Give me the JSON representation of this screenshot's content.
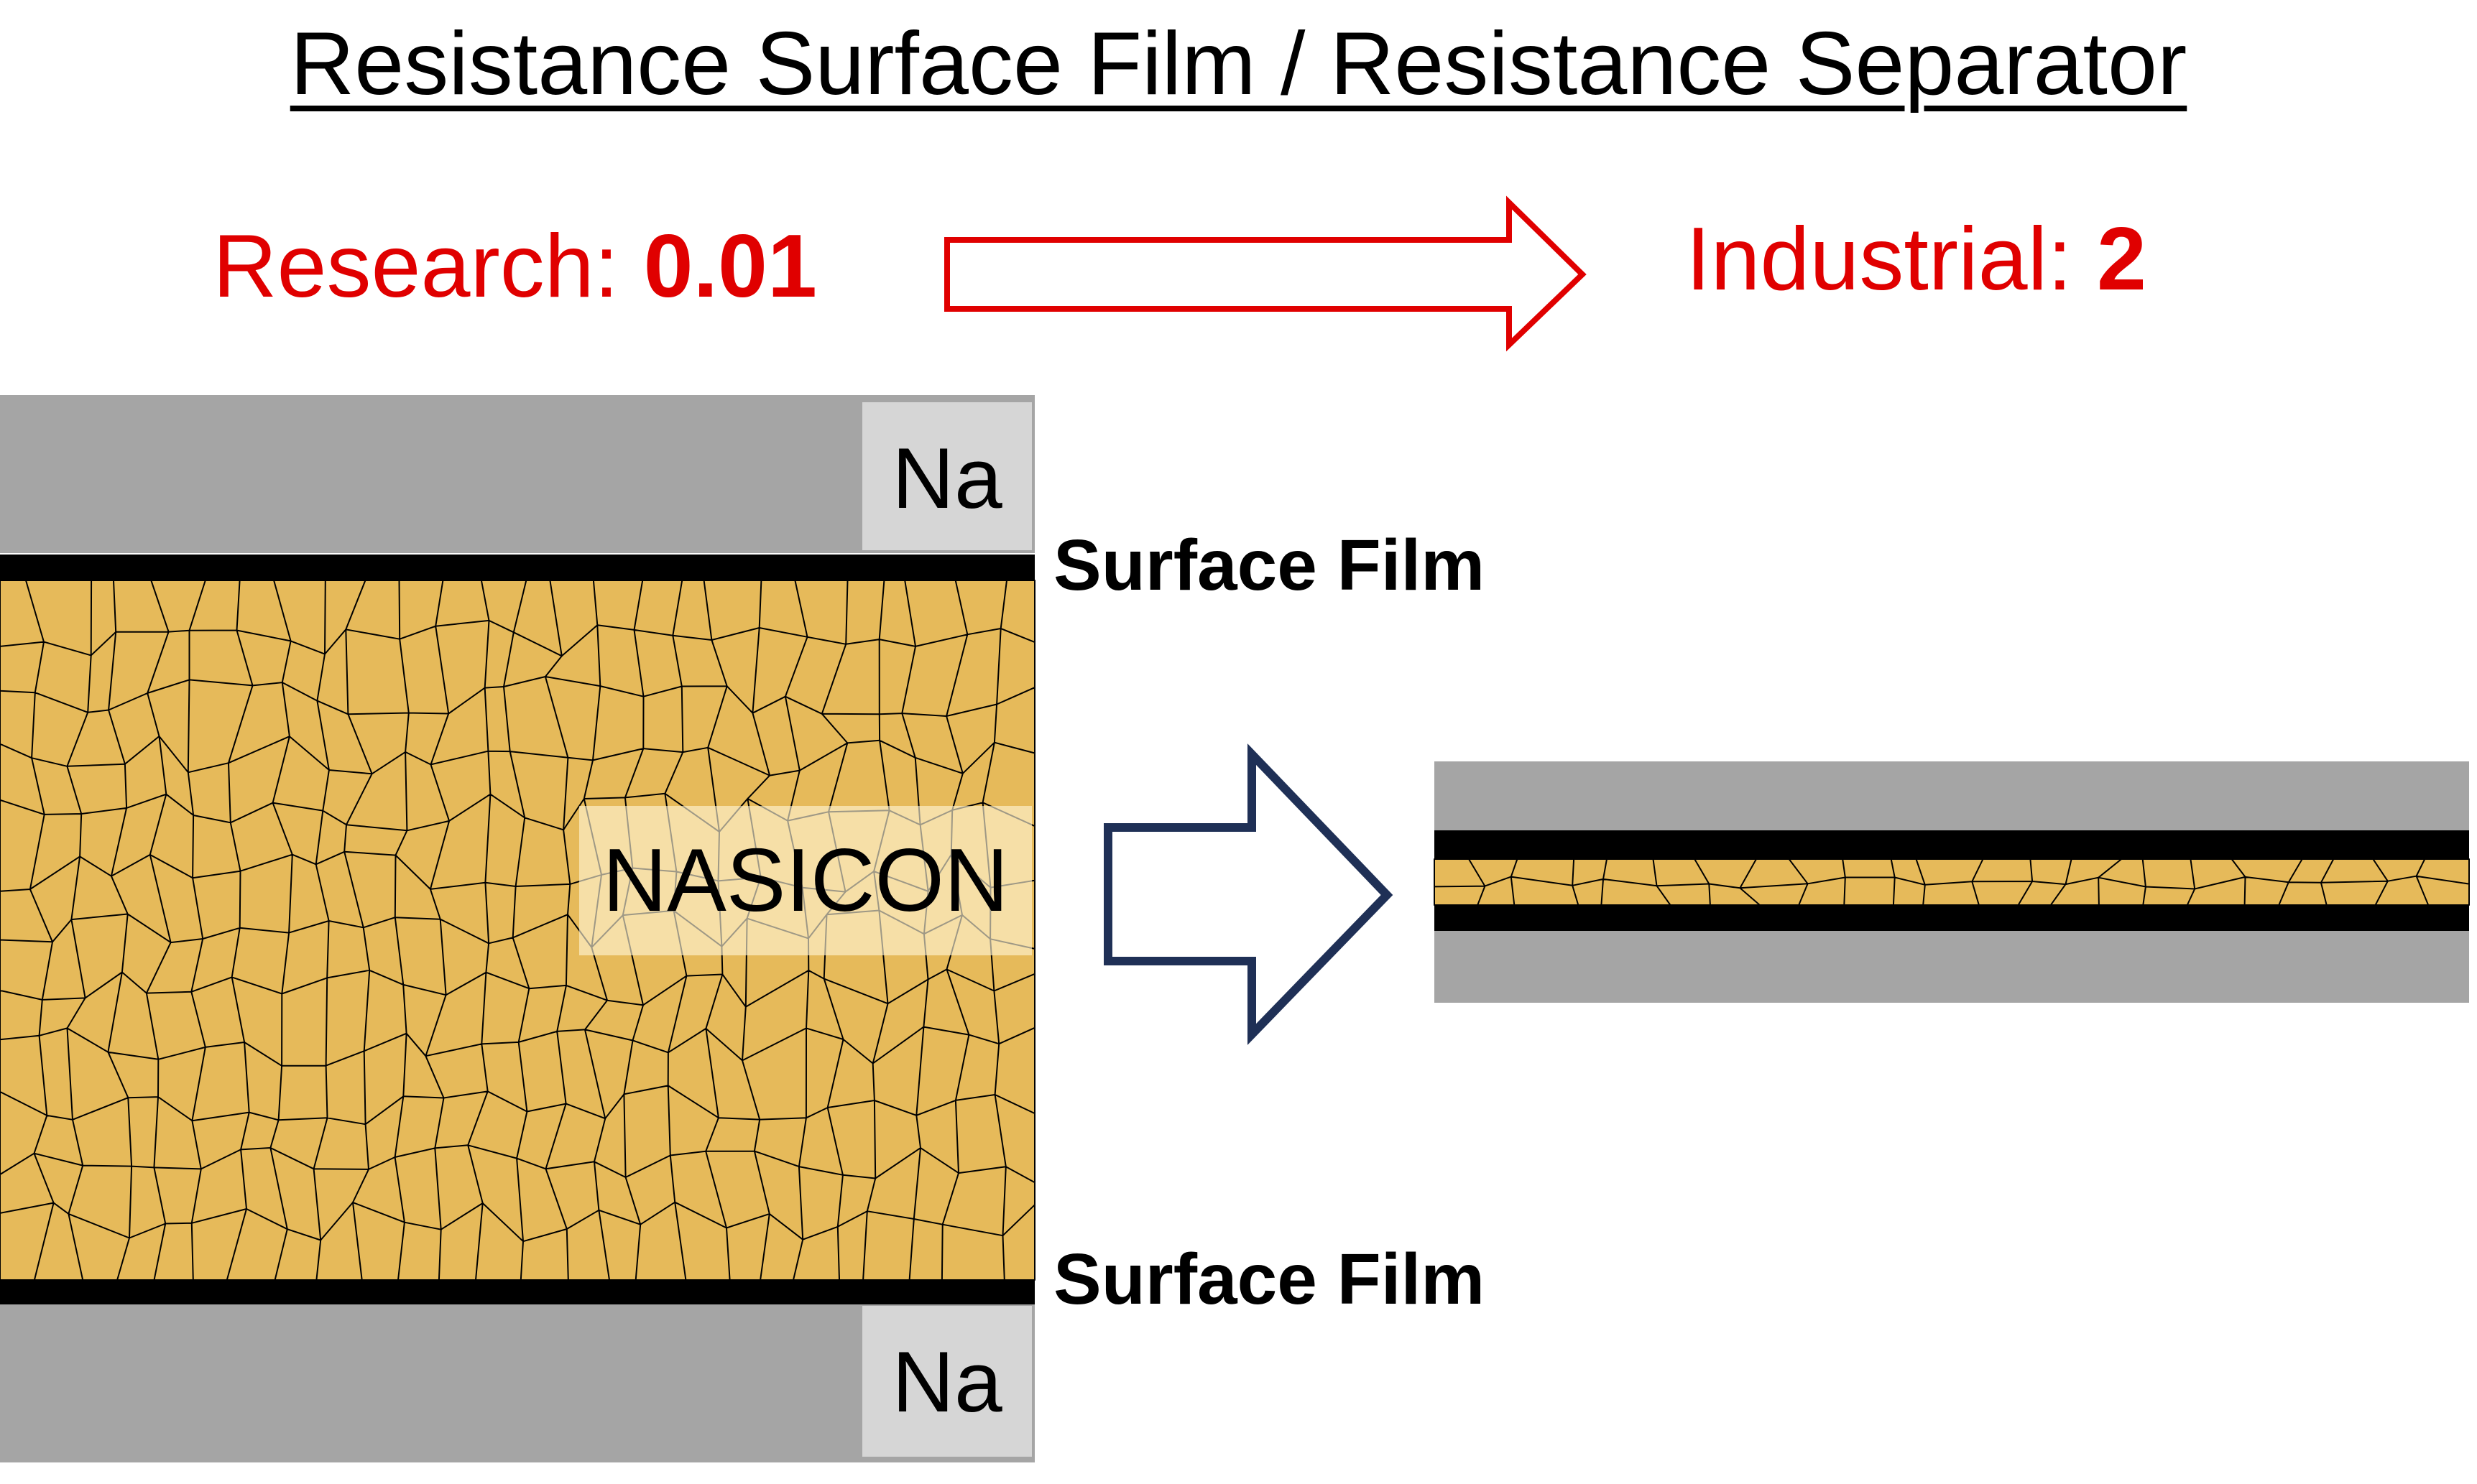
{
  "title": "Resistance Surface Film / Resistance Separator",
  "research": {
    "label": "Research: ",
    "value": "0.01"
  },
  "industrial": {
    "label": "Industrial: ",
    "value": "2"
  },
  "electrode_top": {
    "label": "Na"
  },
  "electrode_bottom": {
    "label": "Na"
  },
  "film_top": {
    "label": "Surface Film"
  },
  "film_bottom": {
    "label": "Surface Film"
  },
  "electrolyte": {
    "label": "NASICON"
  },
  "colors": {
    "sodium": "#a5a5a5",
    "sodium_label_bg": "#d6d6d6",
    "nasicon": "#e6ba5a",
    "film": "#000000",
    "accent_red": "#e00000",
    "arrow_navy": "#1f3056"
  }
}
